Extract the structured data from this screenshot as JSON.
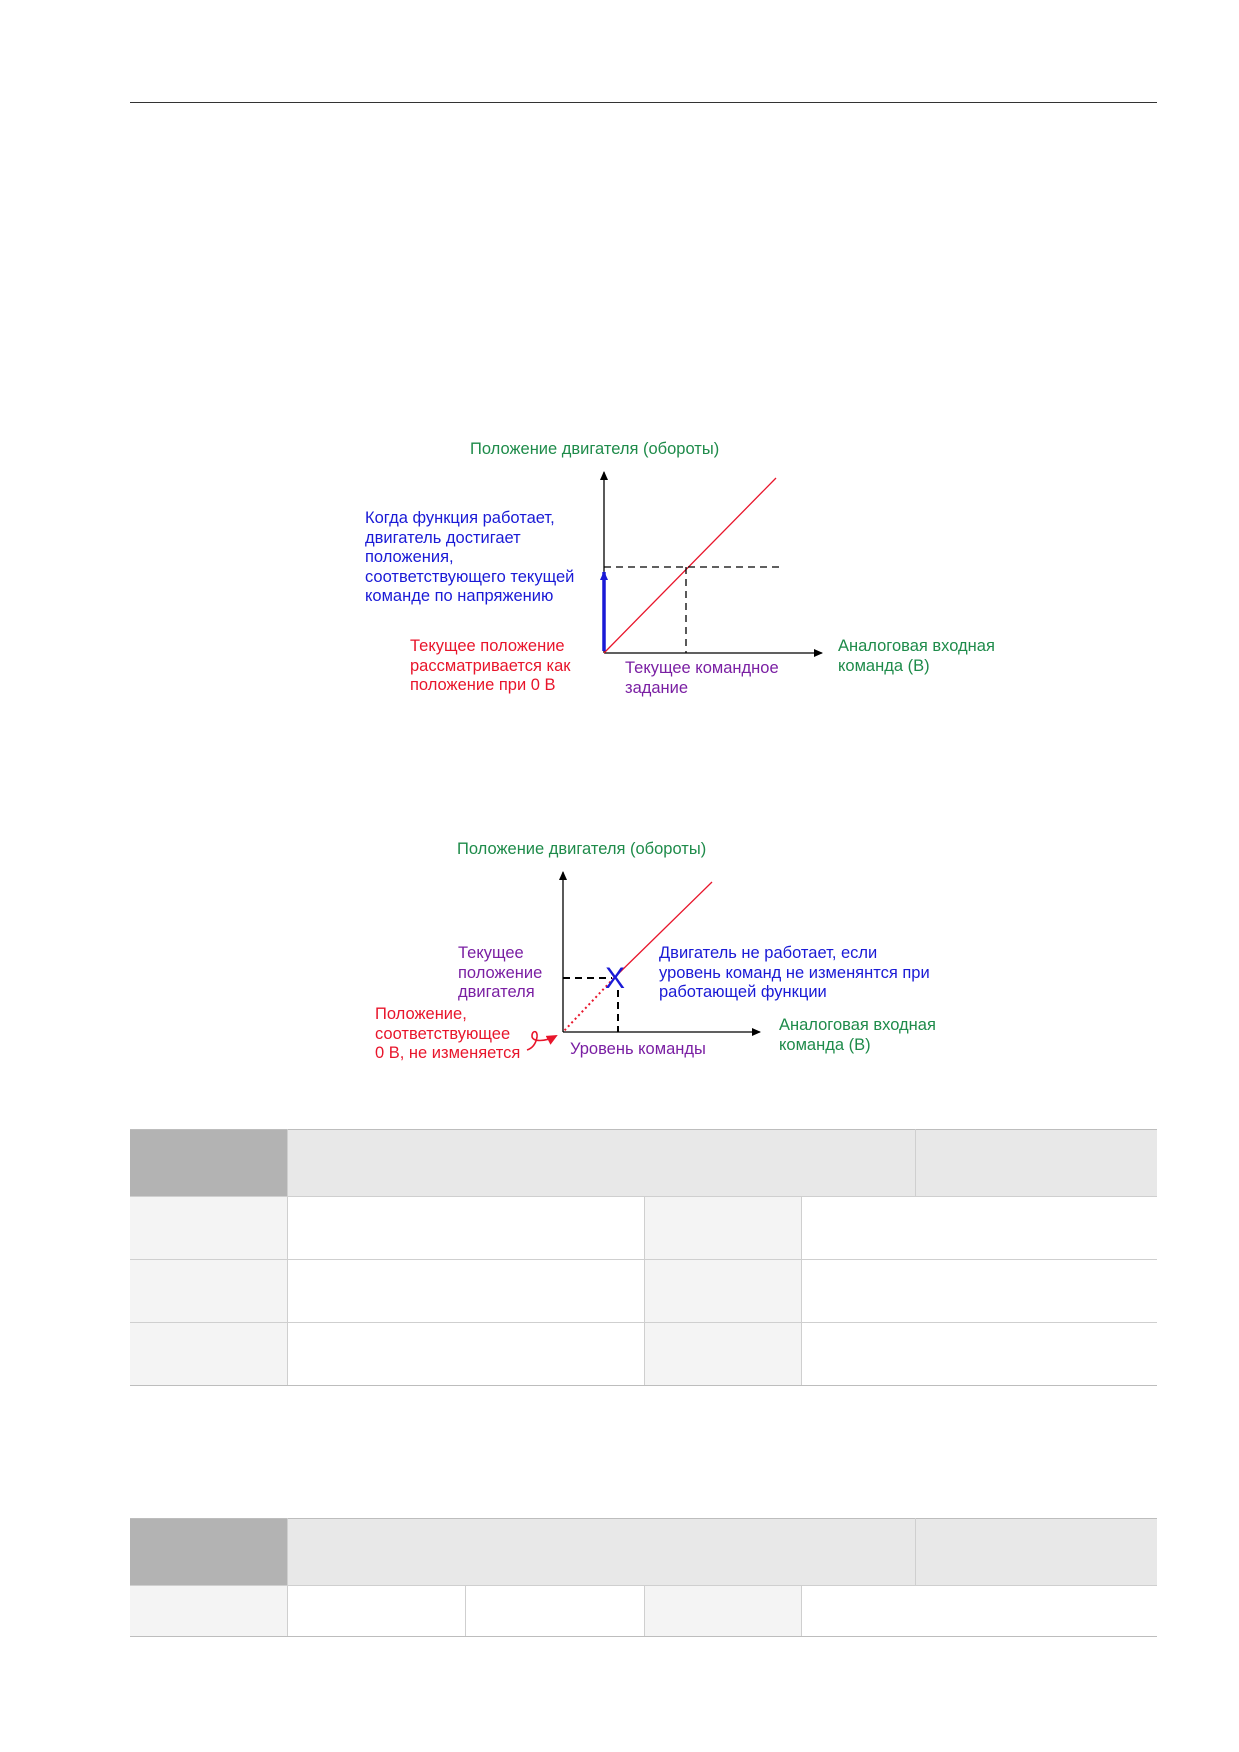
{
  "diagram1": {
    "y_axis_label": "Положение двигателя (обороты)",
    "x_axis_label_line1": "Аналоговая входная",
    "x_axis_label_line2": "команда (В)",
    "note_blue": [
      "Когда функция работает,",
      "двигатель достигает",
      "положения,",
      "соответствующего текущей",
      "команде по напряжению"
    ],
    "note_red": [
      "Текущее положение",
      "рассматривается как",
      "положение при 0 В"
    ],
    "note_purple": [
      "Текущее командное",
      "задание"
    ]
  },
  "diagram2": {
    "y_axis_label": "Положение двигателя (обороты)",
    "x_axis_label_line1": "Аналоговая входная",
    "x_axis_label_line2": "команда (В)",
    "note_purple_pos": [
      "Текущее",
      "положение",
      "двигателя"
    ],
    "note_blue": [
      "Двигатель не работает, если",
      "уровень команд не изменянтся при",
      "работающей функции"
    ],
    "note_red": [
      "Положение,",
      "соответствующее",
      "0 В, не изменяется"
    ],
    "note_purple_level": "Уровень команды"
  },
  "colors": {
    "green": "#1e8b4a",
    "blue": "#1a1ad6",
    "red": "#e8152b",
    "purple": "#7a1fa3",
    "table_header_dark": "#b3b3b3",
    "table_header_light": "#e8e8e8",
    "table_cell_light": "#f4f4f4"
  }
}
